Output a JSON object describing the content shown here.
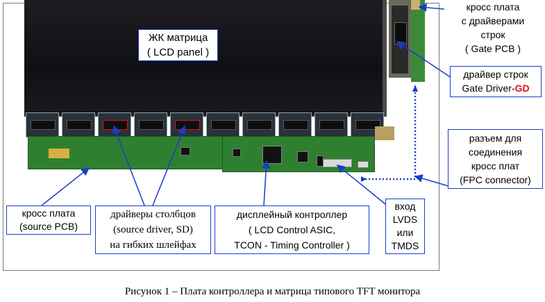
{
  "labels": {
    "lcd_panel": [
      "ЖК матрица",
      "( LCD panel )"
    ],
    "gate_pcb": [
      "кросс плата",
      "с драйверами",
      "строк",
      "( Gate PCB )"
    ],
    "gate_driver_line1": "драйвер строк",
    "gate_driver_prefix": "Gate Driver-",
    "gate_driver_suffix": "GD",
    "fpc_connector": [
      "разъем для",
      "соединения",
      "кросс плат",
      "(FPC connector)"
    ],
    "source_pcb": [
      "кросс плата",
      "(source PCB)"
    ],
    "source_driver": [
      "драйверы  столбцов",
      "(source driver, SD)",
      "на гибких шлейфах"
    ],
    "display_controller": [
      "дисплейный контроллер",
      "( LCD Control ASIC,",
      "TCON - Timing Controller )"
    ],
    "input": [
      "вход",
      "LVDS",
      "или",
      "TMDS"
    ]
  },
  "caption": "Рисунок 1 – Плата контроллера и матрица типового TFT монитора",
  "colors": {
    "box_border": "#1a3dc8",
    "arrow": "#1a3dc8",
    "highlight": "#e01010"
  }
}
